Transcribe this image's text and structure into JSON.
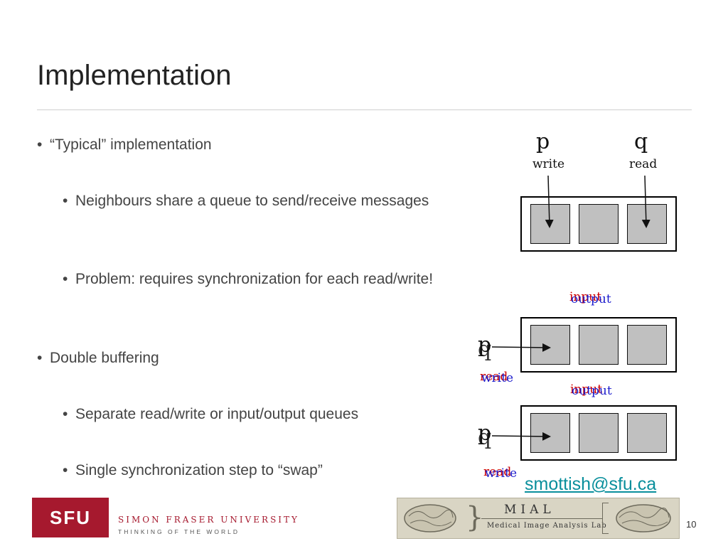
{
  "slide": {
    "title": "Implementation",
    "page_number": "10",
    "email": "smottish@sfu.ca"
  },
  "bullets": [
    {
      "level": 1,
      "text": "“Typical” implementation"
    },
    {
      "level": 2,
      "text": "Neighbours share a queue to send/receive messages"
    },
    {
      "level": 2,
      "text": "Problem: requires synchronization for each read/write!"
    },
    {
      "level": 1,
      "text": "Double buffering"
    },
    {
      "level": 2,
      "text": "Separate read/write or input/output queues"
    },
    {
      "level": 2,
      "text": "Single synchronization step to “swap”"
    }
  ],
  "diagram": {
    "top": {
      "p": "p",
      "q": "q",
      "write": "write",
      "read": "read"
    },
    "queue2": {
      "label_red": "input",
      "label_blue": "output",
      "proc_a": "p",
      "proc_b": "q",
      "action_red": "read",
      "action_blue": "write"
    },
    "queue3": {
      "label_red": "input",
      "label_blue": "output",
      "proc_a": "p",
      "proc_b": "q",
      "action_red": "read",
      "action_blue": "write"
    }
  },
  "logos": {
    "sfu_mark": "SFU",
    "sfu_name": "SIMON FRASER UNIVERSITY",
    "sfu_tagline": "THINKING OF THE WORLD",
    "mial_name": "MIAL",
    "mial_full": "Medical Image Analysis Lab"
  },
  "colors": {
    "sfu_red": "#a6192e",
    "link_teal": "#0a8f9c",
    "label_red": "#cc0000",
    "label_blue": "#1a1acc"
  }
}
